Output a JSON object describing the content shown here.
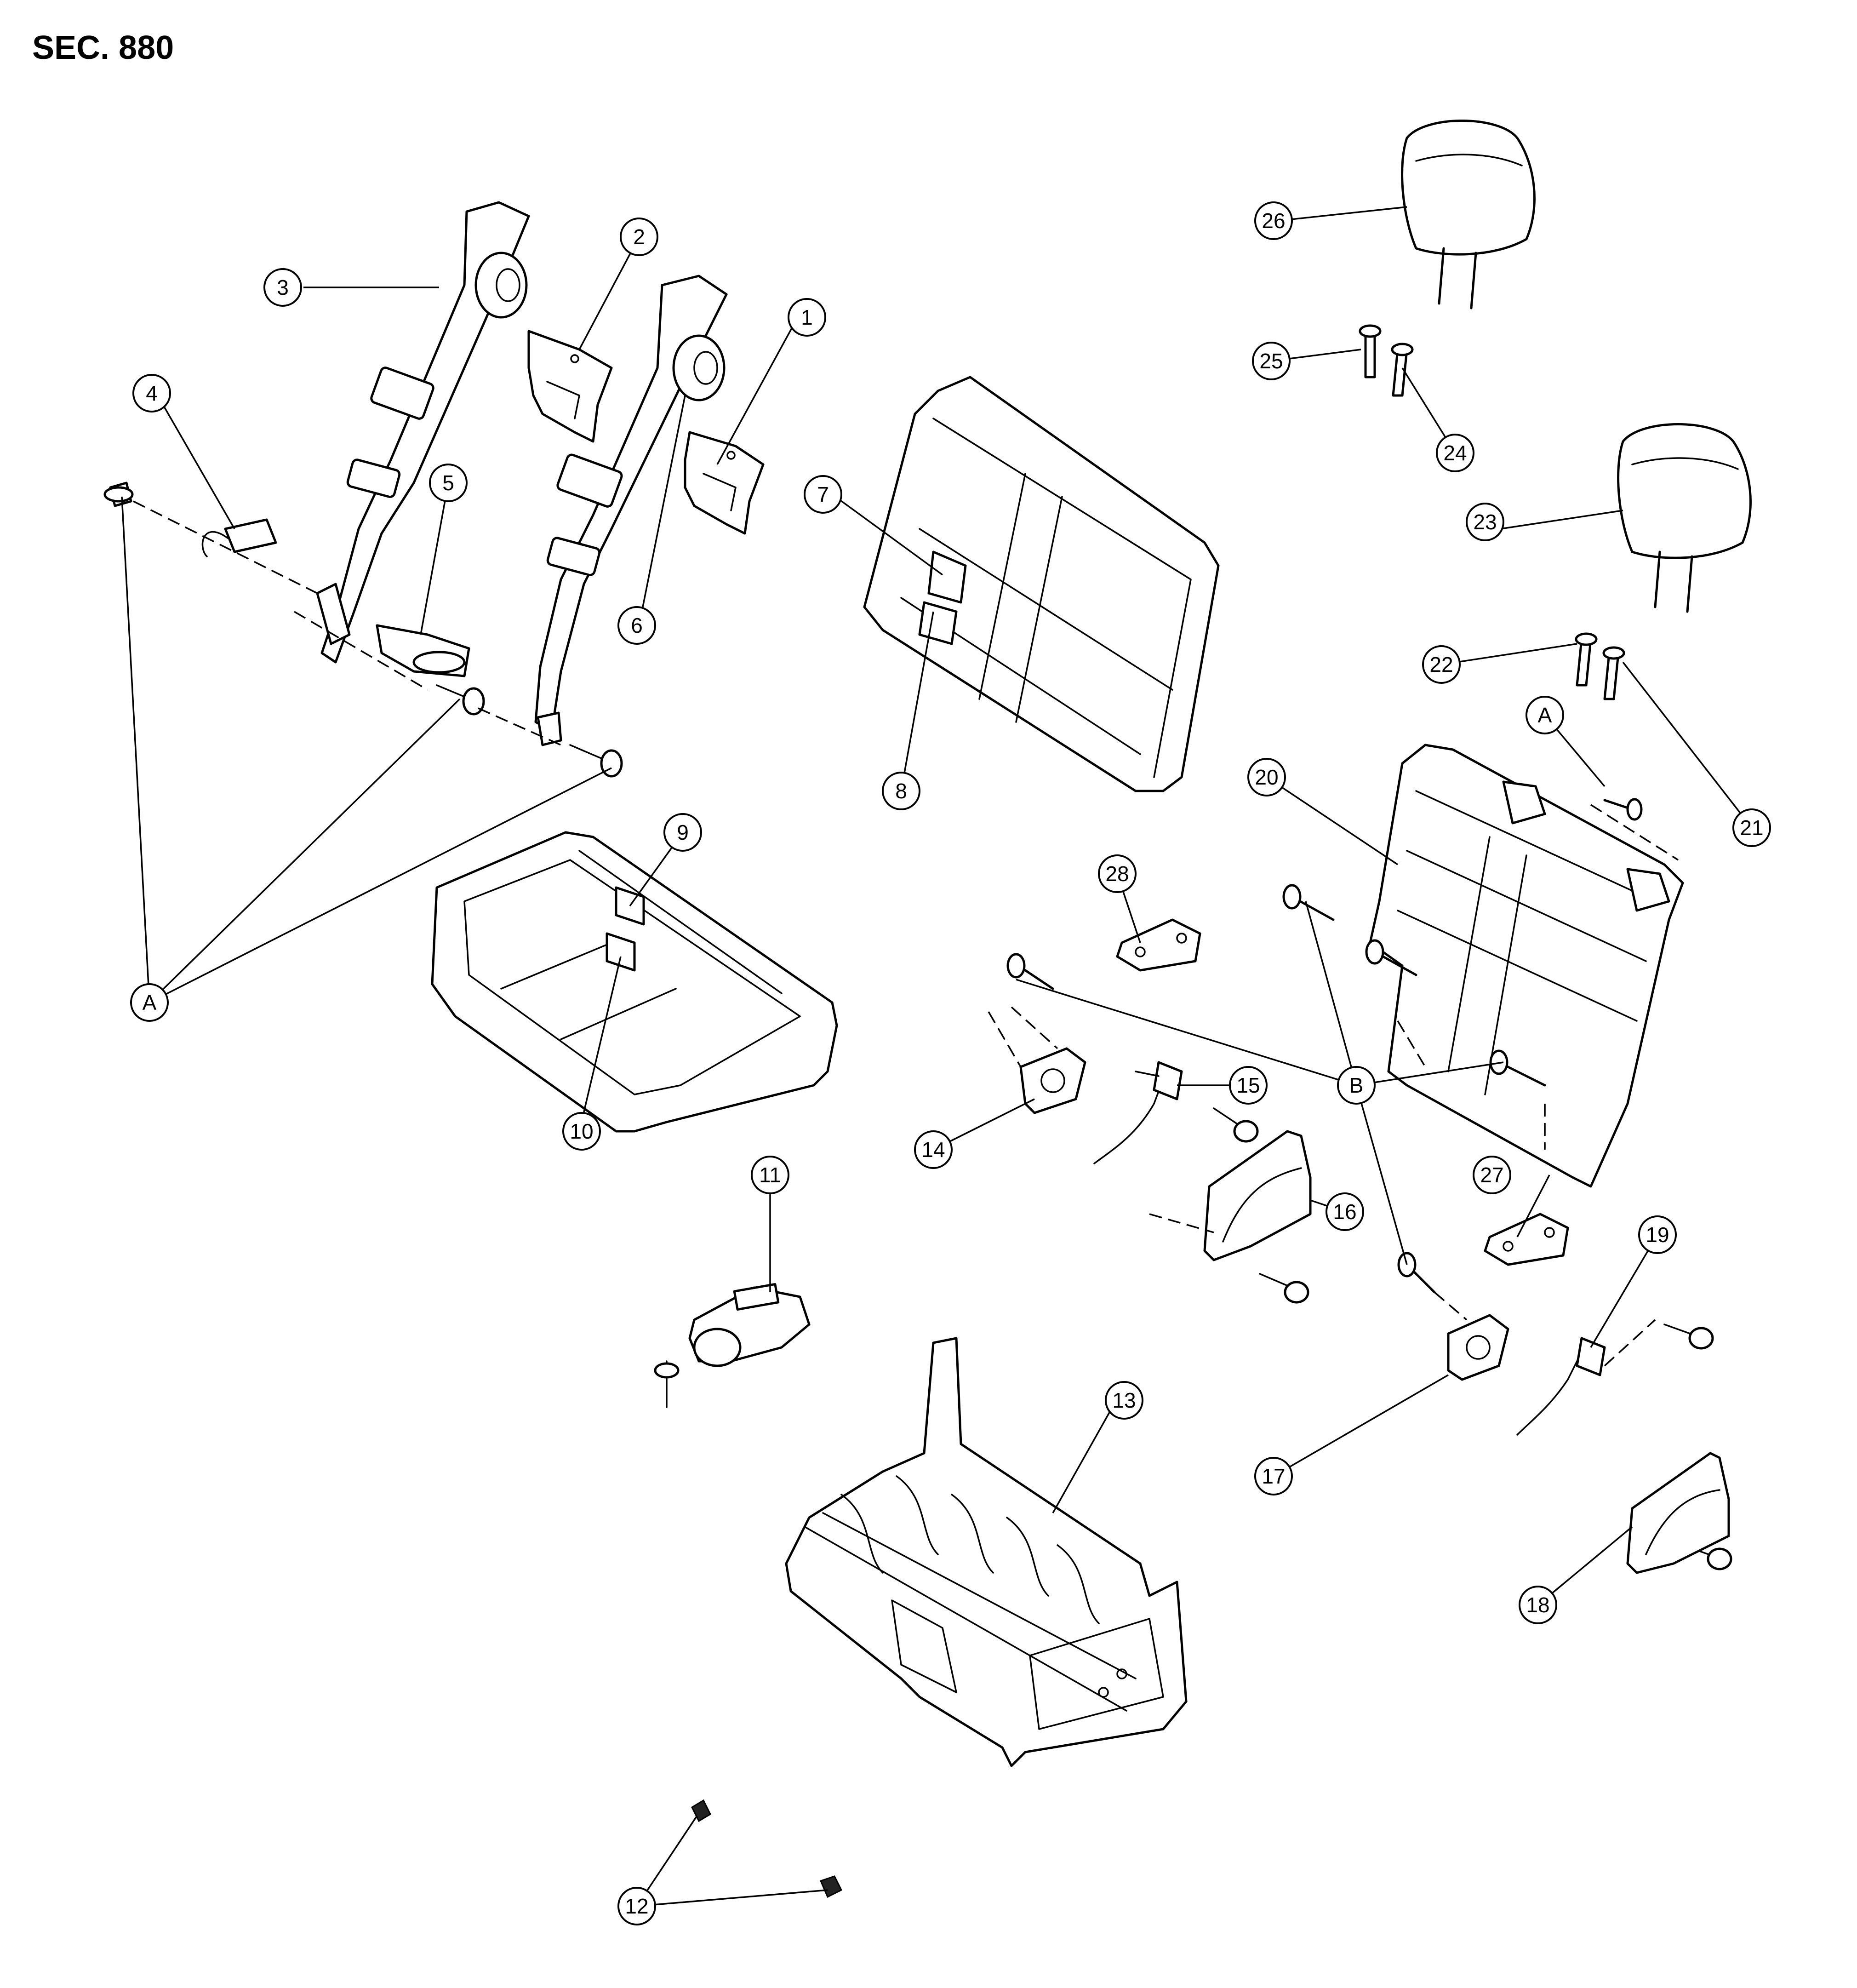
{
  "title": "SEC. 880",
  "callouts": {
    "c1": "1",
    "c2": "2",
    "c3": "3",
    "c4": "4",
    "c5": "5",
    "c6": "6",
    "c7": "7",
    "c8": "8",
    "c9": "9",
    "c10": "10",
    "c11": "11",
    "c12": "12",
    "c13": "13",
    "c14": "14",
    "c15": "15",
    "c16": "16",
    "c17": "17",
    "c18": "18",
    "c19": "19",
    "c20": "20",
    "c21": "21",
    "c22": "22",
    "c23": "23",
    "c24": "24",
    "c25": "25",
    "c26": "26",
    "c27": "27",
    "c28": "28",
    "refA1": "A",
    "refA2": "A",
    "refB": "B"
  }
}
